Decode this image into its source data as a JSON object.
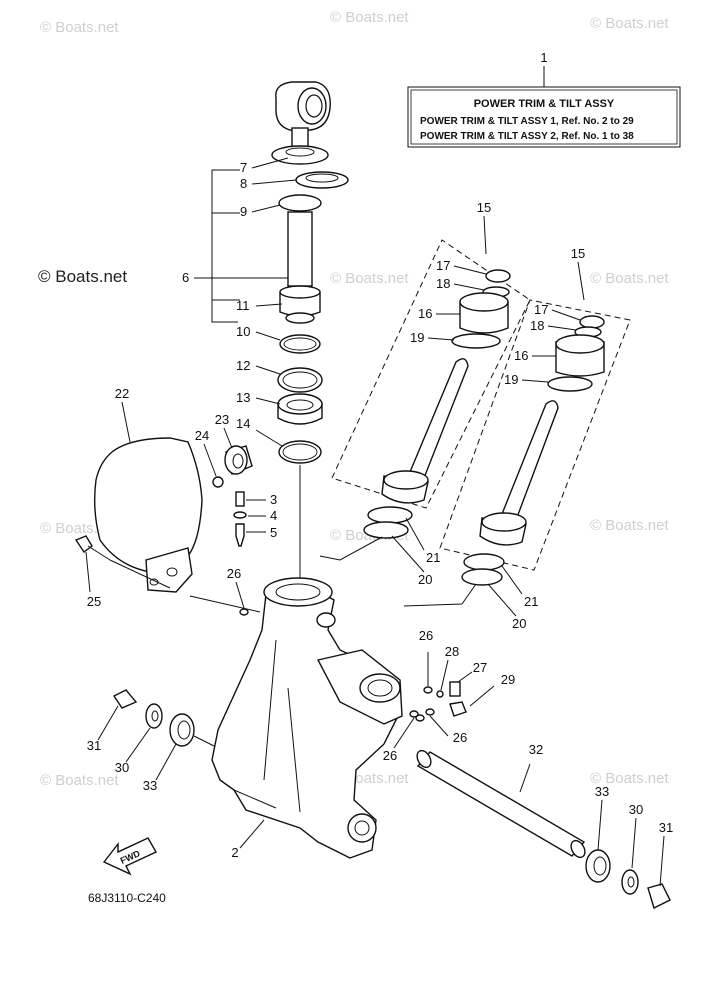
{
  "watermarks": {
    "small": "© Boats.net",
    "large": "© Boats.net"
  },
  "info_box": {
    "title": "POWER TRIM & TILT ASSY",
    "line1": "POWER TRIM & TILT ASSY 1,   Ref. No. 2 to 29",
    "line2": "POWER TRIM & TILT ASSY 2,   Ref. No. 1 to 38"
  },
  "diagram_code": "68J3110-C240",
  "fwd_label": "FWD",
  "callouts": {
    "c1": "1",
    "c2": "2",
    "c3": "3",
    "c4": "4",
    "c5": "5",
    "c6": "6",
    "c7": "7",
    "c8": "8",
    "c9": "9",
    "c10": "10",
    "c11": "11",
    "c12": "12",
    "c13": "13",
    "c14": "14",
    "c15": "15",
    "c16": "16",
    "c17": "17",
    "c18": "18",
    "c19": "19",
    "c20": "20",
    "c21": "21",
    "c22": "22",
    "c23": "23",
    "c24": "24",
    "c25": "25",
    "c26": "26",
    "c27": "27",
    "c28": "28",
    "c29": "29",
    "c30": "30",
    "c31": "31",
    "c32": "32",
    "c33": "33"
  }
}
